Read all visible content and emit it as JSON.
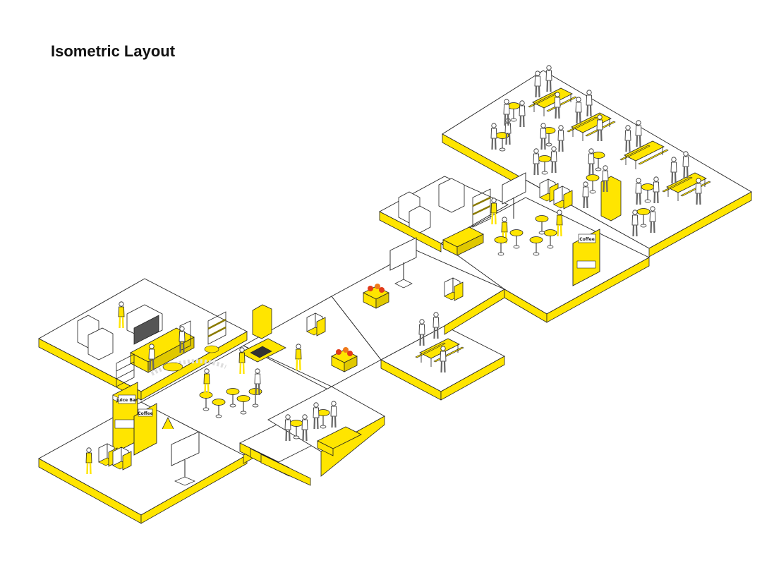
{
  "page": {
    "title": "Isometric Layout"
  },
  "colors": {
    "accent": "#FFE500",
    "accent_dark": "#E0C800",
    "line": "#222222",
    "floor": "#FFFFFF",
    "grey": "#8A8A8A",
    "dark_grey": "#555555"
  },
  "signs": {
    "juice_bar": "Juice Bar",
    "coffee_left": "Coffee",
    "coffee_right": "Coffee"
  }
}
